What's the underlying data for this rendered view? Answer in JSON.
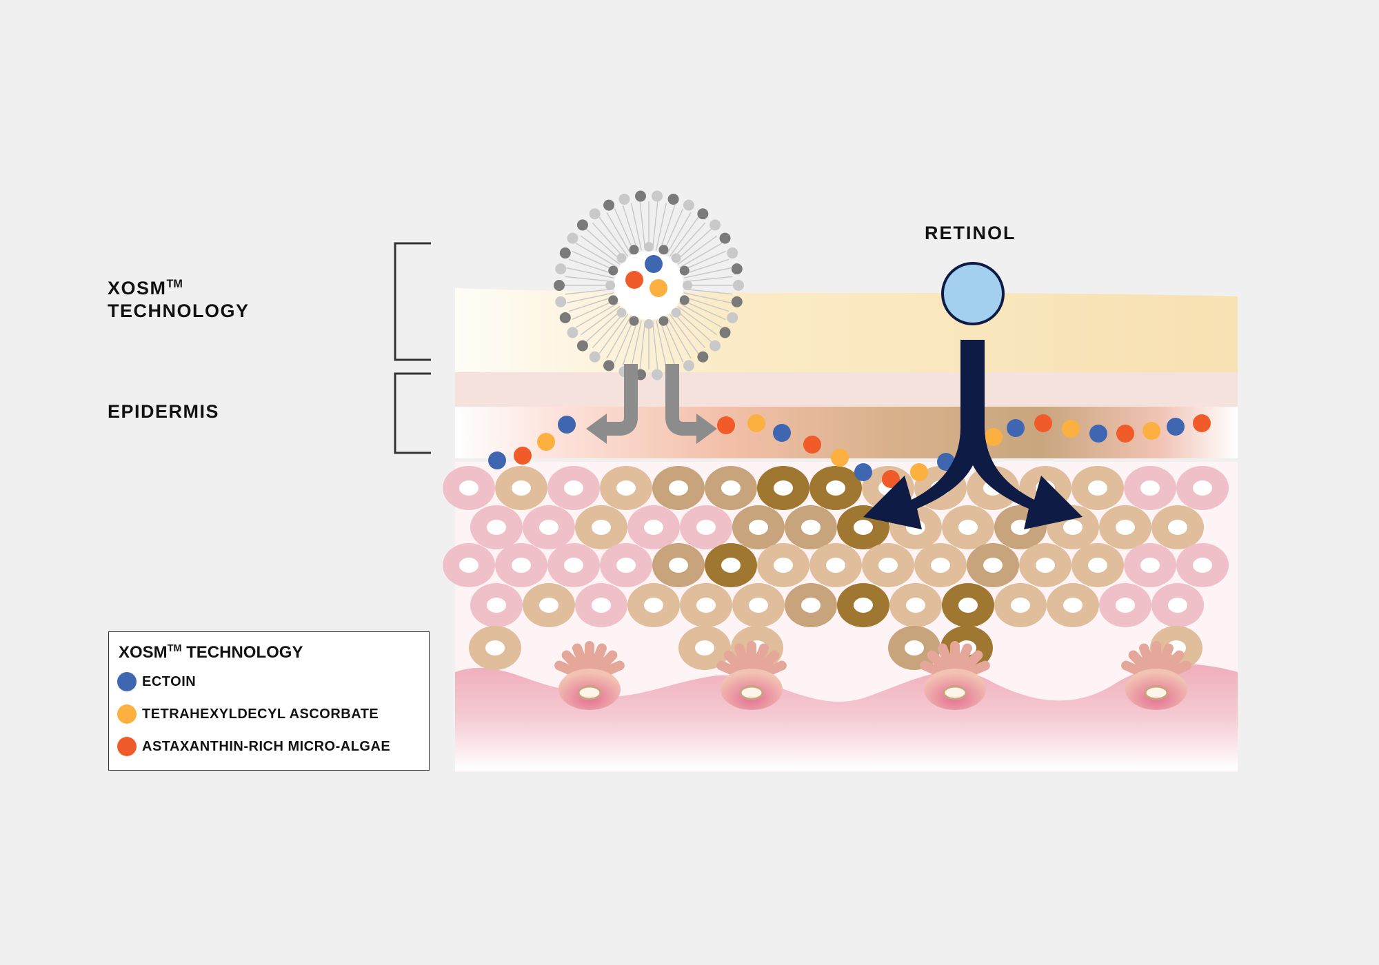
{
  "labels": {
    "xosm_line1": "XOSM",
    "tm": "TM",
    "xosm_line2": "TECHNOLOGY",
    "epidermis": "EPIDERMIS",
    "retinol": "RETINOL"
  },
  "legend": {
    "title_main": "XOSM",
    "title_tm": "TM",
    "title_rest": " TECHNOLOGY",
    "items": [
      {
        "label": "ECTOIN",
        "color": "#3f67b1"
      },
      {
        "label": "TETRAHEXYLDECYL ASCORBATE",
        "color": "#fbb040"
      },
      {
        "label": "ASTAXANTHIN-RICH MICRO-ALGAE",
        "color": "#f15a29"
      }
    ]
  },
  "colors": {
    "background": "#f0f0f0",
    "retinol_arrow": "#0d1b45",
    "retinol_circle": "#a2d0ee",
    "xosm_arrow": "#8c8c8c",
    "cell_pink": "#efc0c8",
    "cell_tan": "#e0bd9b",
    "cell_mid": "#c7a47c",
    "cell_dark": "#a07731"
  }
}
